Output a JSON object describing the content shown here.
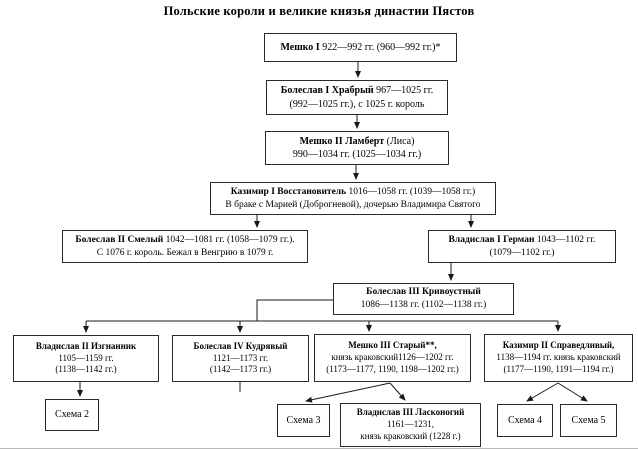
{
  "title": "Польские короли и великие князья династии Пястов",
  "colors": {
    "line": "#1a1a1a",
    "box_border": "#2b2b2b",
    "background": "#ffffff",
    "text": "#000000"
  },
  "nodes": {
    "meshko1": {
      "bold": "Мешко I",
      "tail": " 922—992 гг. (960—992 гг.)*"
    },
    "boleslav1": {
      "bold": "Болеслав I Храбрый",
      "tail": " 967—1025 гг.",
      "line2": "(992—1025 гг.), с 1025 г. король"
    },
    "meshko2": {
      "bold": "Мешко II Ламберт",
      "tail": " (Лиса)",
      "line2": "990—1034 гг. (1025—1034 гг.)"
    },
    "kazimir1": {
      "bold": "Казимир I Восстановитель",
      "tail": " 1016—1058 гг. (1039—1058 гг.)",
      "line2": "В браке с Марией (Доброгневой), дочерью Владимира Святого"
    },
    "boleslav2": {
      "bold": "Болеслав II Смелый",
      "tail": " 1042—1081 гг. (1058—1079 гг.).",
      "line2": "С 1076 г. король. Бежал в Венгрию в 1079 г."
    },
    "vladislav1": {
      "bold": "Владислав I Герман",
      "tail": " 1043—1102 гг.",
      "line2": "(1079—1102 гг.)"
    },
    "boleslav3": {
      "bold": "Болеслав III Кривоустный",
      "line2": "1086—1138 гг. (1102—1138 гг.)"
    },
    "vladislav2": {
      "bold": "Владислав II Изгнанник",
      "line2": "1105—1159 гг.",
      "line3": "(1138—1142 гг.)"
    },
    "boleslav4": {
      "bold": "Болеслав IV Кудрявый",
      "line2": "1121—1173 гг.",
      "line3": "(1142—1173 гг.)"
    },
    "meshko3": {
      "bold": "Мешко III Старый**,",
      "line2": "князь краковский1126—1202 гг.",
      "line3": "(1173—1177, 1190, 1198—1202 гг.)"
    },
    "kazimir2": {
      "bold": "Казимир II Справедливый,",
      "line2": "1138—1194 гг. князь краковский",
      "line3": "(1177—1190, 1191—1194 гг.)"
    },
    "vladislav3": {
      "bold": "Владислав III Ласконогий",
      "line2": "1161—1231,",
      "line3": "князь краковский (1228 г.)"
    },
    "schema2": {
      "label": "Схема 2"
    },
    "schema3": {
      "label": "Схема 3"
    },
    "schema4": {
      "label": "Схема 4"
    },
    "schema5": {
      "label": "Схема 5"
    }
  }
}
